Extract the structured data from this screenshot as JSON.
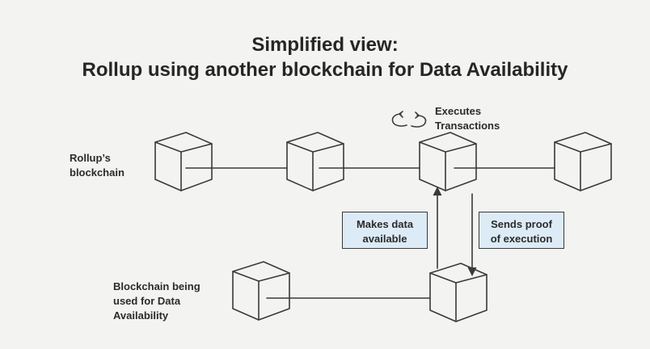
{
  "title": {
    "line1": "Simplified view:",
    "line2": "Rollup using another blockchain for Data Availability"
  },
  "labels": {
    "rollup_line1": "Rollup’s",
    "rollup_line2": "blockchain",
    "da_line1": "Blockchain being",
    "da_line2": "used for Data",
    "da_line3": "Availability",
    "executes_line1": "Executes",
    "executes_line2": "Transactions",
    "makes_line1": "Makes data",
    "makes_line2": "available",
    "sends_line1": "Sends proof",
    "sends_line2": "of execution"
  },
  "icons": {
    "execute": "refresh-cycle-icon",
    "block": "cube-icon"
  },
  "colors": {
    "background": "#f3f3f1",
    "ink": "#3a3a3a",
    "highlight_box": "#dcebf6"
  }
}
